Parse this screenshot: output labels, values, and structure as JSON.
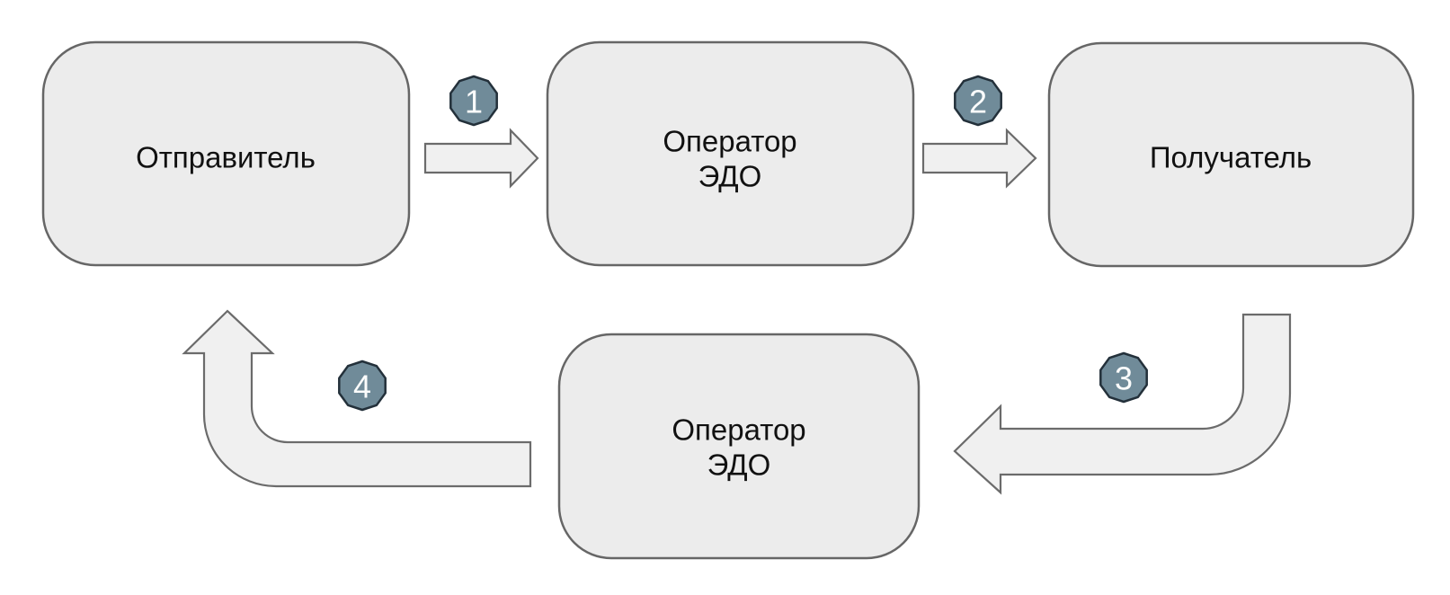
{
  "diagram": {
    "nodes": [
      {
        "id": "sender",
        "lines": [
          "Отправитель"
        ]
      },
      {
        "id": "edo-operator-top",
        "lines": [
          "Оператор",
          "ЭДО"
        ]
      },
      {
        "id": "receiver",
        "lines": [
          "Получатель"
        ]
      },
      {
        "id": "edo-operator-bottom",
        "lines": [
          "Оператор",
          "ЭДО"
        ]
      }
    ],
    "steps": [
      {
        "number": "1"
      },
      {
        "number": "2"
      },
      {
        "number": "3"
      },
      {
        "number": "4"
      }
    ],
    "colors": {
      "background": "#ffffff",
      "node_fill": "#ececec",
      "node_stroke": "#666666",
      "node_text": "#111111",
      "arrow_fill": "#f0f0f0",
      "arrow_stroke": "#6b6b6b",
      "badge_fill": "#708b99",
      "badge_stroke": "#23303a",
      "badge_text": "#fbfcfc"
    }
  }
}
